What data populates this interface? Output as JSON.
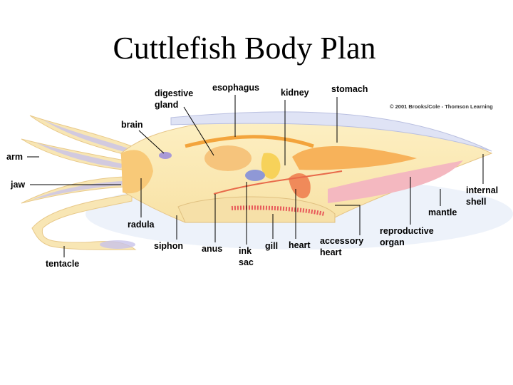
{
  "title": "Cuttlefish Body Plan",
  "copyright": "© 2001 Brooks/Cole - Thomson Learning",
  "labels": {
    "digestive_gland": [
      "digestive",
      "gland"
    ],
    "esophagus": "esophagus",
    "kidney": "kidney",
    "stomach": "stomach",
    "brain": "brain",
    "arm": "arm",
    "jaw": "jaw",
    "radula": "radula",
    "siphon": "siphon",
    "anus": "anus",
    "ink_sac": [
      "ink",
      "sac"
    ],
    "gill": "gill",
    "heart": "heart",
    "accessory_heart": [
      "accessory",
      "heart"
    ],
    "reproductive_organ": [
      "reproductive",
      "organ"
    ],
    "mantle": "mantle",
    "internal_shell": [
      "internal",
      "shell"
    ],
    "tentacle": "tentacle"
  }
}
